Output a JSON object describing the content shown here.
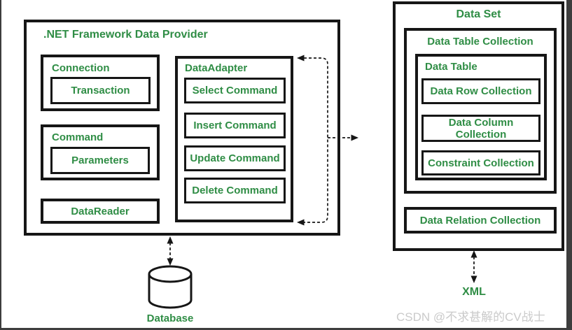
{
  "diagram": {
    "provider": {
      "title": ".NET Framework Data Provider",
      "connection": {
        "label": "Connection",
        "transaction": "Transaction"
      },
      "command": {
        "label": "Command",
        "parameters": "Parameters"
      },
      "datareader": "DataReader",
      "dataadapter": {
        "label": "DataAdapter",
        "commands": [
          "Select Command",
          "Insert Command",
          "Update Command",
          "Delete Command"
        ]
      }
    },
    "dataset": {
      "title": "Data Set",
      "data_table_collection": {
        "label": "Data Table Collection",
        "data_table": {
          "label": "Data Table",
          "data_row_collection": "Data Row Collection",
          "data_column_collection": "Data Column\nCollection",
          "constraint_collection": "Constraint Collection"
        }
      },
      "data_relation_collection": "Data Relation Collection"
    },
    "external": {
      "database_label": "Database",
      "xml_label": "XML"
    }
  },
  "watermark": "CSDN @不求甚解的CV战士",
  "colors": {
    "accent_green": "#2F8D45",
    "line_black": "#161616",
    "edge_gray": "#3d3d3d",
    "watermark_gray": "#cacaca"
  },
  "icons": {
    "database_cylinder": "database-cylinder-icon",
    "dashed_double_arrow": "dashed-double-arrow-icon"
  }
}
